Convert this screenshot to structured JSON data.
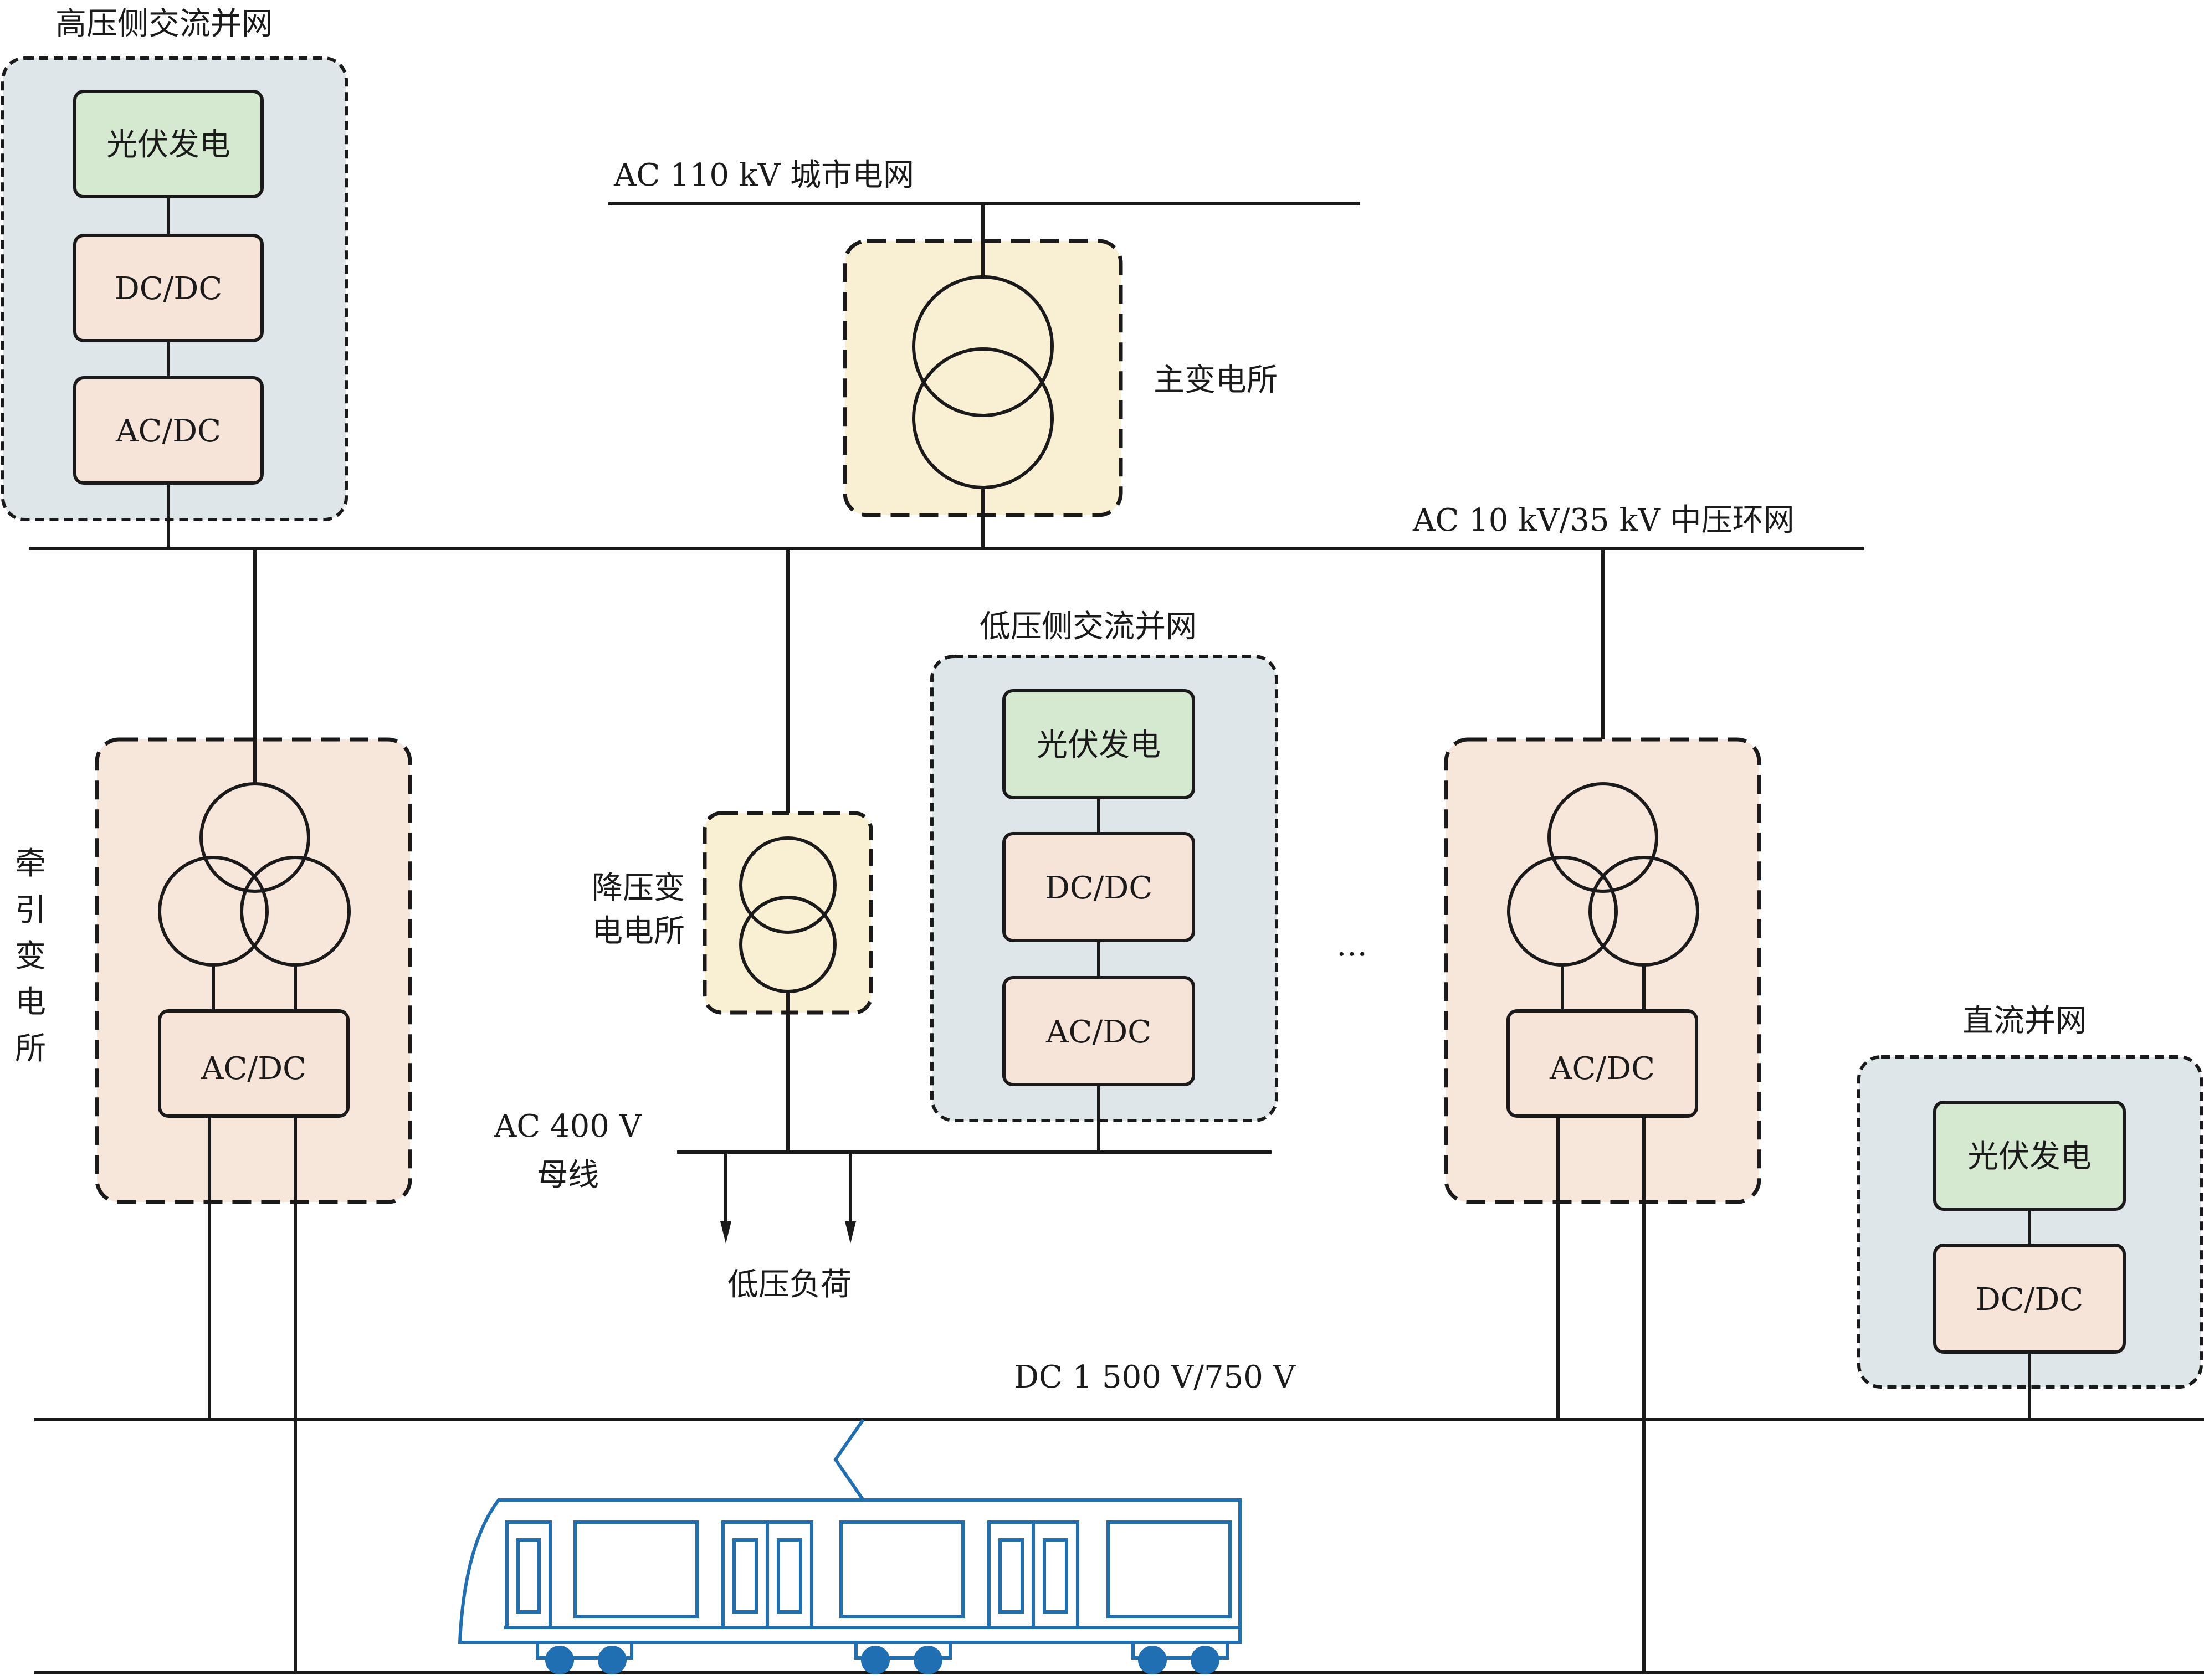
{
  "labels": {
    "hv_ac_grid_tie": "高压侧交流并网",
    "city_grid": "AC 110 kV 城市电网",
    "main_substation": "主变电所",
    "mv_ring": "AC 10 kV/35 kV 中压环网",
    "lv_ac_grid_tie": "低压侧交流并网",
    "traction_substation": "牵引变电所",
    "stepdown_substation_line1": "降压变",
    "stepdown_substation_line2": "电电所",
    "ac400_line1": "AC 400 V",
    "ac400_line2": "母线",
    "lv_load": "低压负荷",
    "ellipsis": "…",
    "dc_grid_tie": "直流并网",
    "dc_bus": "DC 1 500 V/750 V"
  },
  "hv_tie_boxes": [
    "光伏发电",
    "DC/DC",
    "AC/DC"
  ],
  "lv_tie_boxes": [
    "光伏发电",
    "DC/DC",
    "AC/DC"
  ],
  "dc_tie_boxes": [
    "光伏发电",
    "DC/DC"
  ],
  "traction_left_converter": "AC/DC",
  "traction_right_converter": "AC/DC",
  "colors": {
    "pv_fill": "#d5e8d0",
    "converter_fill": "#f6e4d8",
    "grid_tie_bg": "#dfe6ea",
    "traction_bg": "#f7e6da",
    "main_sub_bg": "#f9efd2",
    "train_blue": "#1f6fb2",
    "wheel_blue": "#1f6fb2"
  }
}
